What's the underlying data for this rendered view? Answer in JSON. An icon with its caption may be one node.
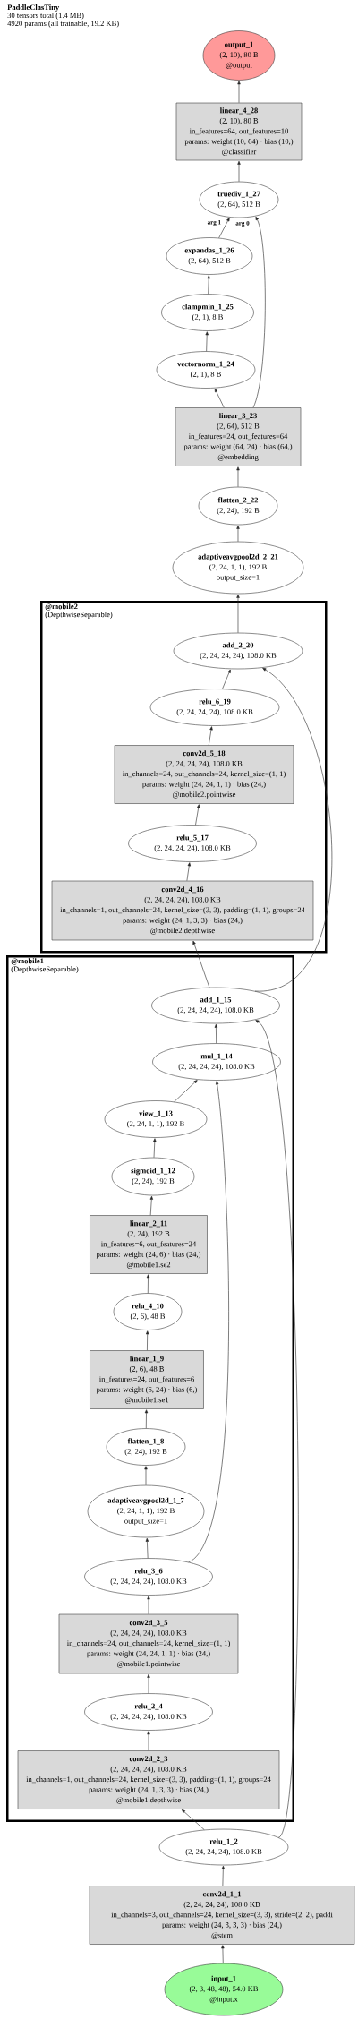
{
  "diagram": {
    "title": "PaddleClasTiny",
    "labels": [
      "30 tensors total (1.4 MB)",
      "4920 params (all trainable, 19.2 KB)"
    ],
    "nodes": [
      {
        "text": [
          "output_1",
          "(2, 10), 80 B",
          "@output"
        ]
      },
      {
        "text": [
          "linear_4_28",
          "(2, 10), 80 B",
          "in_features=64, out_features=10",
          "params: weight (10, 64) · bias (10,)",
          "@classifier"
        ]
      },
      {
        "text": [
          "truediv_1_27",
          "(2, 64), 512 B"
        ]
      },
      {
        "text": [
          "expandas_1_26",
          "(2, 64), 512 B"
        ]
      },
      {
        "text": [
          "clampmin_1_25",
          "(2, 1), 8 B"
        ]
      },
      {
        "text": [
          "vectornorm_1_24",
          "(2, 1), 8 B"
        ]
      },
      {
        "text": [
          "linear_3_23",
          "(2, 64), 512 B",
          "in_features=24, out_features=64",
          "params: weight (64, 24) · bias (64,)",
          "@embedding"
        ]
      },
      {
        "text": [
          "flatten_2_22",
          "(2, 24), 192 B"
        ]
      },
      {
        "text": [
          "adaptiveavgpool2d_2_21",
          "(2, 24, 1, 1), 192 B",
          "output_size=1"
        ]
      },
      {
        "text": [
          "@mobile2",
          "(DepthwiseSeparable)"
        ]
      },
      {
        "text": [
          "add_2_20",
          "(2, 24, 24, 24), 108.0 KB"
        ],
        "in": 9
      },
      {
        "text": [
          "relu_6_19",
          "(2, 24, 24, 24), 108.0 KB"
        ],
        "in": 9
      },
      {
        "text": [
          "conv2d_5_18",
          "(2, 24, 24, 24), 108.0 KB",
          "in_channels=24, out_channels=24, kernel_size=(1, 1)",
          "params: weight (24, 24, 1, 1) · bias (24,)",
          "@mobile2.pointwise"
        ],
        "in": 9
      },
      {
        "text": [
          "relu_5_17",
          "(2, 24, 24, 24), 108.0 KB"
        ],
        "in": 9
      },
      {
        "text": [
          "conv2d_4_16",
          "(2, 24, 24, 24), 108.0 KB",
          "in_channels=1, out_channels=24, kernel_size=(3, 3), padding=(1, 1), groups=24",
          "params: weight (24, 1, 3, 3) · bias (24,)",
          "@mobile2.depthwise"
        ],
        "in": 9
      },
      {
        "text": [
          "@mobile1",
          "(DepthwiseSeparable)"
        ]
      },
      {
        "text": [
          "add_1_15",
          "(2, 24, 24, 24), 108.0 KB"
        ],
        "in": 15
      },
      {
        "text": [
          "mul_1_14",
          "(2, 24, 24, 24), 108.0 KB"
        ],
        "in": 15
      },
      {
        "text": [
          "view_1_13",
          "(2, 24, 1, 1), 192 B"
        ],
        "in": 15
      },
      {
        "text": [
          "sigmoid_1_12",
          "(2, 24), 192 B"
        ],
        "in": 15
      },
      {
        "text": [
          "linear_2_11",
          "(2, 24), 192 B",
          "in_features=6, out_features=24",
          "params: weight (24, 6) · bias (24,)",
          "@mobile1.se2"
        ],
        "in": 15
      },
      {
        "text": [
          "relu_4_10",
          "(2, 6), 48 B"
        ],
        "in": 15
      },
      {
        "text": [
          "linear_1_9",
          "(2, 6), 48 B",
          "in_features=24, out_features=6",
          "params: weight (6, 24) · bias (6,)",
          "@mobile1.se1"
        ],
        "in": 15
      },
      {
        "text": [
          "flatten_1_8",
          "(2, 24), 192 B"
        ],
        "in": 15
      },
      {
        "text": [
          "adaptiveavgpool2d_1_7",
          "(2, 24, 1, 1), 192 B",
          "output_size=1"
        ],
        "in": 15
      },
      {
        "text": [
          "relu_3_6",
          "(2, 24, 24, 24), 108.0 KB"
        ],
        "in": 15
      },
      {
        "text": [
          "conv2d_3_5",
          "(2, 24, 24, 24), 108.0 KB",
          "in_channels=24, out_channels=24, kernel_size=(1, 1)",
          "params: weight (24, 24, 1, 1) · bias (24,)",
          "@mobile1.pointwise"
        ],
        "in": 15
      },
      {
        "text": [
          "relu_2_4",
          "(2, 24, 24, 24), 108.0 KB"
        ],
        "in": 15
      },
      {
        "text": [
          "conv2d_2_3",
          "(2, 24, 24, 24), 108.0 KB",
          "in_channels=1, out_channels=24, kernel_size=(3, 3), padding=(1, 1), groups=24",
          "params: weight (24, 1, 3, 3) · bias (24,)",
          "@mobile1.depthwise"
        ],
        "in": 15
      },
      {
        "text": [
          "relu_1_2",
          "(2, 24, 24, 24), 108.0 KB"
        ]
      },
      {
        "text": [
          "conv2d_1_1",
          "(2, 24, 24, 24), 108.0 KB",
          "in_channels=3, out_channels=24, kernel_size=(3, 3), stride=(2, 2), paddi",
          "params: weight (24, 3, 3, 3) · bias (24,)",
          "@stem"
        ]
      },
      {
        "text": [
          "input_1",
          "(2, 3, 48, 48), 54.0 KB",
          "@input.x"
        ]
      }
    ],
    "edges": [
      {
        "from": 31,
        "to": 30,
        "arrow": "to"
      },
      {
        "from": 30,
        "to": 29,
        "arrow": "to"
      },
      {
        "from": 29,
        "to": 28,
        "arrow": "to"
      },
      {
        "from": 29,
        "to": 16,
        "arrow": "to"
      },
      {
        "from": 28,
        "to": 27,
        "arrow": "to"
      },
      {
        "from": 27,
        "to": 26,
        "arrow": "to"
      },
      {
        "from": 26,
        "to": 25,
        "arrow": "to"
      },
      {
        "from": 25,
        "to": 24,
        "arrow": "to"
      },
      {
        "from": 25,
        "to": 17,
        "arrow": "to"
      },
      {
        "from": 24,
        "to": 23,
        "arrow": "to"
      },
      {
        "from": 23,
        "to": 22,
        "arrow": "to"
      },
      {
        "from": 22,
        "to": 21,
        "arrow": "to"
      },
      {
        "from": 21,
        "to": 20,
        "arrow": "to"
      },
      {
        "from": 20,
        "to": 19,
        "arrow": "to"
      },
      {
        "from": 19,
        "to": 18,
        "arrow": "to"
      },
      {
        "from": 18,
        "to": 17,
        "arrow": "to"
      },
      {
        "from": 17,
        "to": 16,
        "arrow": "to"
      },
      {
        "from": 16,
        "to": 14,
        "arrow": "to"
      },
      {
        "from": 16,
        "to": 10,
        "arrow": "to"
      },
      {
        "from": 14,
        "to": 13,
        "arrow": "to"
      },
      {
        "from": 13,
        "to": 12,
        "arrow": "to"
      },
      {
        "from": 12,
        "to": 11,
        "arrow": "to"
      },
      {
        "from": 11,
        "to": 10,
        "arrow": "to"
      },
      {
        "from": 10,
        "to": 8,
        "arrow": "to"
      },
      {
        "from": 8,
        "to": 7,
        "arrow": "to"
      },
      {
        "from": 7,
        "to": 6,
        "arrow": "to"
      },
      {
        "from": 6,
        "to": 5,
        "arrow": "to"
      },
      {
        "from": 6,
        "to": 2,
        "arrow": "to",
        "label": "arg 0"
      },
      {
        "from": 5,
        "to": 4,
        "arrow": "to"
      },
      {
        "from": 4,
        "to": 3,
        "arrow": "to"
      },
      {
        "from": 3,
        "to": 2,
        "arrow": "to",
        "label": "arg 1"
      },
      {
        "from": 2,
        "to": 1,
        "arrow": "to"
      },
      {
        "from": 1,
        "to": 0,
        "arrow": "to"
      }
    ]
  }
}
